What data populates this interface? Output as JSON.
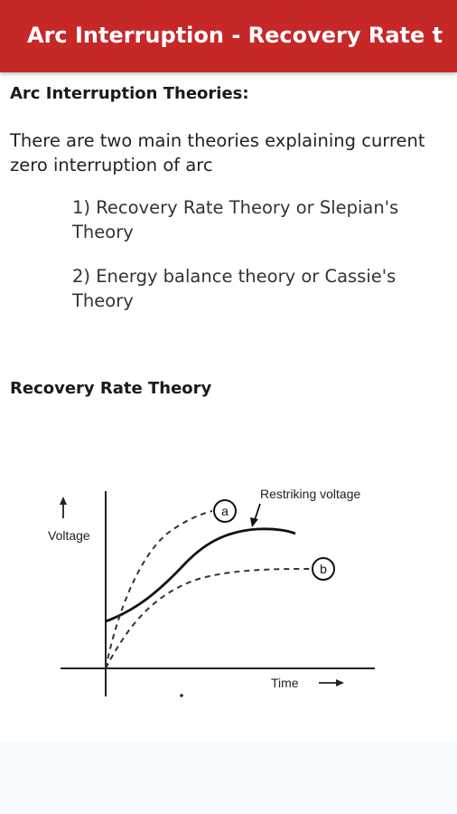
{
  "header": {
    "title": "Arc Interruption - Recovery Rate th..."
  },
  "content": {
    "heading_theories": "Arc Interruption Theories:",
    "intro": "There are two main theories explaining current zero interruption of arc",
    "theories": [
      "1) Recovery Rate Theory or Slepian's Theory",
      "2) Energy balance theory or Cassie's Theory"
    ],
    "heading_recovery": "Recovery Rate Theory"
  },
  "diagram": {
    "voltage_label": "Voltage",
    "time_label": "Time",
    "restriking_label": "Restriking voltage",
    "curve_a_label": "a",
    "curve_b_label": "b"
  },
  "colors": {
    "app_bar": "#c62828",
    "title_text": "#ffffff"
  }
}
